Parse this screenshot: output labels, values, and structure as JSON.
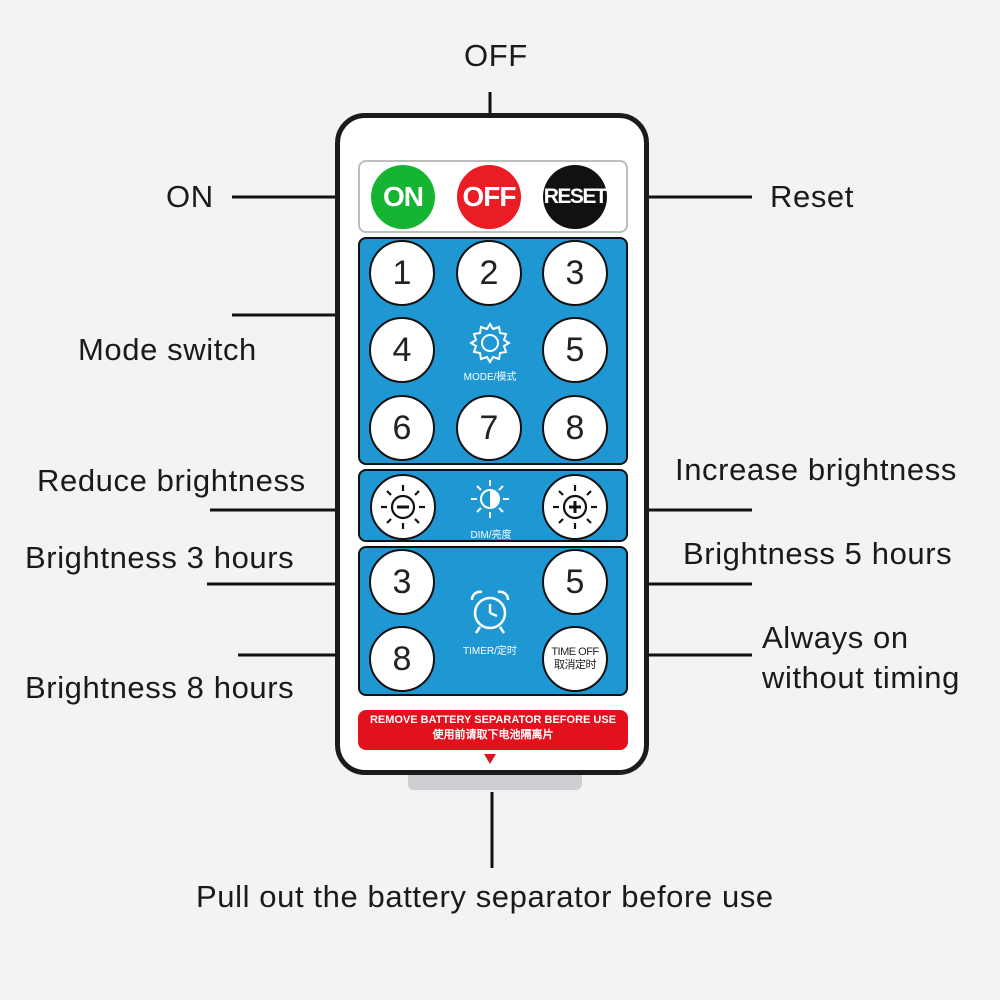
{
  "labels": {
    "off": "OFF",
    "on": "ON",
    "reset": "Reset",
    "mode_switch": "Mode switch",
    "reduce_brightness": "Reduce brightness",
    "increase_brightness": "Increase brightness",
    "brightness_3": "Brightness 3 hours",
    "brightness_5": "Brightness 5 hours",
    "always_on_1": "Always on",
    "always_on_2": "without timing",
    "brightness_8": "Brightness 8 hours",
    "battery": "Pull out the battery separator before use"
  },
  "remote": {
    "on_button": "ON",
    "off_button": "OFF",
    "reset_button": "RESET",
    "mode_buttons": [
      "1",
      "2",
      "3",
      "4",
      "5",
      "6",
      "7",
      "8"
    ],
    "mode_caption": "MODE/模式",
    "dim_caption": "DIM/亮度",
    "timer_buttons": [
      "3",
      "5",
      "8"
    ],
    "timer_caption": "TIMER/定时",
    "time_off_line1": "TIME OFF",
    "time_off_line2": "取消定时",
    "warning_line1": "REMOVE BATTERY SEPARATOR BEFORE USE",
    "warning_line2": "使用前请取下电池隔离片"
  },
  "colors": {
    "on": "#15b432",
    "off": "#ea1c24",
    "reset": "#111111",
    "panel": "#1f97d3",
    "warning": "#e3111c"
  }
}
